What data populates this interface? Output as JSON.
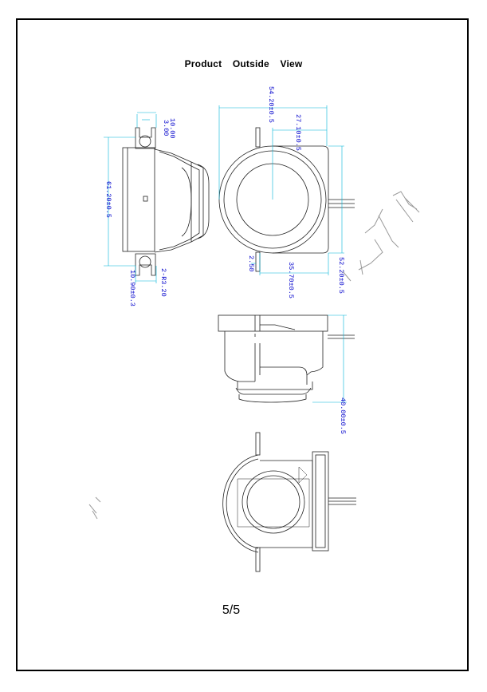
{
  "title": "Product Outside View",
  "page_number": "5/5",
  "colors": {
    "dimension_text": "#0000cc",
    "dimension_line": "#00b5d8",
    "drawing_line": "#222222",
    "frame": "#000000"
  },
  "dimensions": {
    "top_gap": "10.00",
    "slot_width": "3.00",
    "side_height": "61.20±0.5",
    "hole_pitch": "10.90±0.3",
    "holes": "2-R3.20",
    "overall_width": "54.20±0.5",
    "half_width": "27.10±0.5",
    "flange_height": "52.20±0.5",
    "offset": "35.70±0.5",
    "plate_thickness": "2.50",
    "depth": "40.00±0.5"
  }
}
